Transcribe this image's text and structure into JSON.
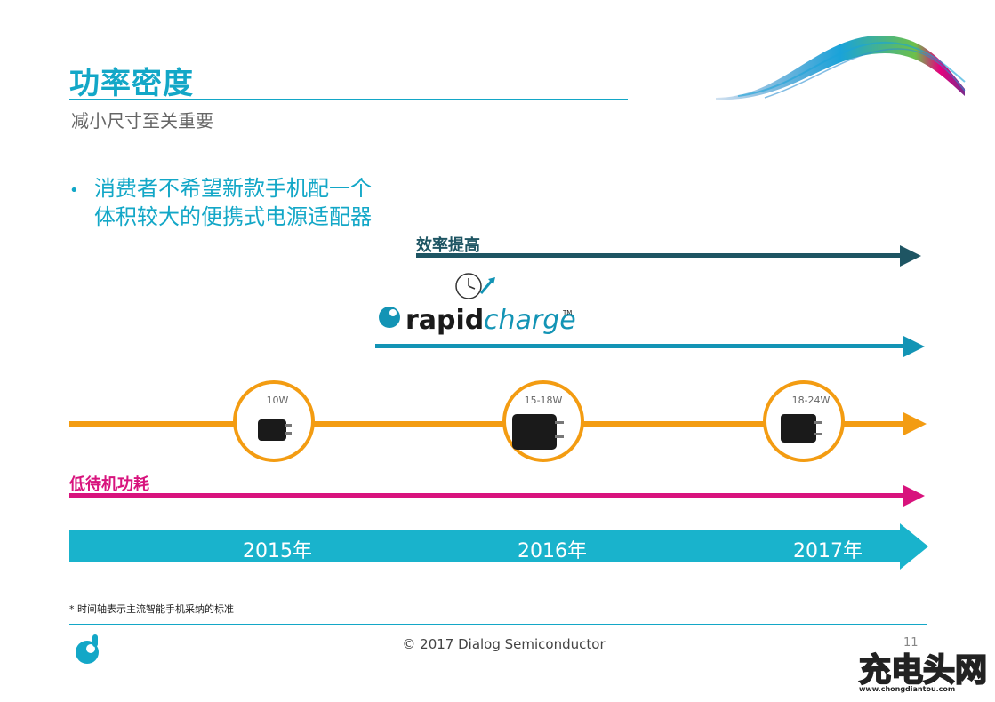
{
  "slide": {
    "title": "功率密度",
    "subtitle": "减小尺寸至关重要",
    "bullet": "消费者不希望新款手机配一个体积较大的便携式电源适配器"
  },
  "timeline": {
    "efficiency_label": "效率提高",
    "rapidcharge_logo": {
      "word_rapid": "rapid",
      "word_charge": "charge",
      "trademark": "TM"
    },
    "chargers": [
      {
        "power": "10W"
      },
      {
        "power": "15-18W"
      },
      {
        "power": "18-24W"
      }
    ],
    "standby_label": "低待机功耗",
    "years": [
      "2015年",
      "2016年",
      "2017年"
    ]
  },
  "footer": {
    "footnote": "* 时间轴表示主流智能手机采纳的标准",
    "copyright": "© 2017 Dialog Semiconductor",
    "page_number": "11",
    "watermark_text": "充电头网",
    "watermark_url": "www.chongdiantou.com"
  },
  "colors": {
    "accent": "#13a7c7",
    "efficiency_arrow": "#1e5563",
    "orange": "#f39c12",
    "magenta": "#d8137d",
    "year_bar": "#19b3cc"
  }
}
